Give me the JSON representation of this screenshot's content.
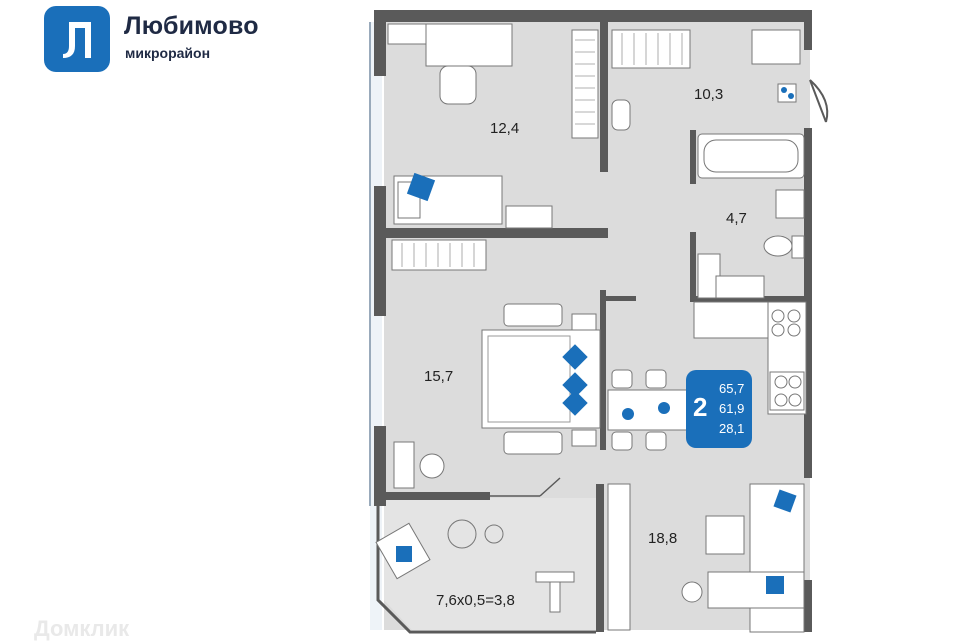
{
  "brand": {
    "name": "Любимово",
    "subtitle": "микрорайон",
    "logo_letter": "Л",
    "color": "#1a6fba"
  },
  "rooms": [
    {
      "id": "bedroom-small",
      "area": "12,4"
    },
    {
      "id": "storage",
      "area": "10,3"
    },
    {
      "id": "bathroom",
      "area": "4,7"
    },
    {
      "id": "bedroom-master",
      "area": "15,7"
    },
    {
      "id": "living-kitchen",
      "area": "18,8"
    },
    {
      "id": "loggia",
      "area": "7,6x0,5=3,8"
    }
  ],
  "summary": {
    "rooms_count": "2",
    "total_area": "65,7",
    "living_area": "61,9",
    "kitchen_area": "28,1"
  },
  "watermark": "Домклик",
  "colors": {
    "wall": "#5a5a5a",
    "floor": "#dcdcdc",
    "loggia_floor": "#e4e4e4",
    "accent": "#1a6fba",
    "furniture": "#ffffff"
  }
}
